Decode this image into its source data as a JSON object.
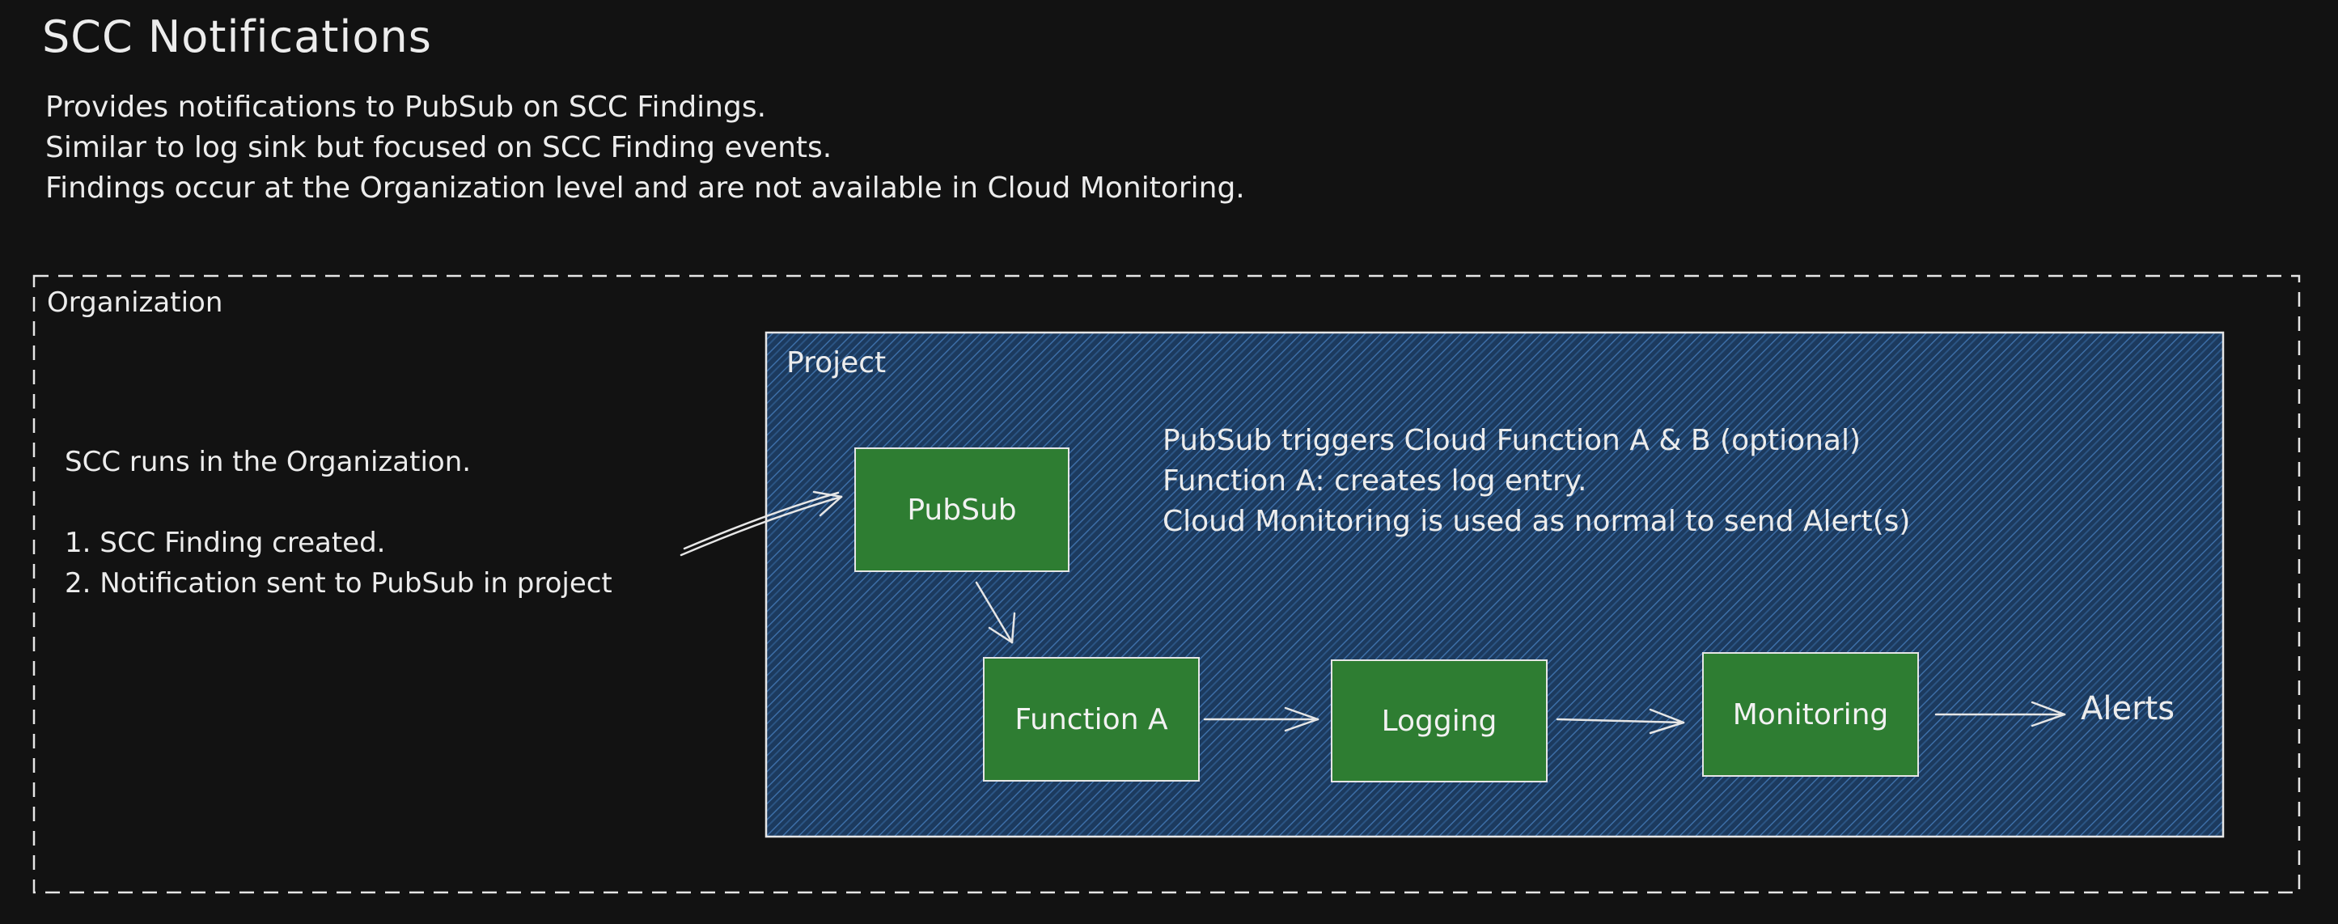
{
  "title": "SCC Notifications",
  "description": [
    "Provides notifications to PubSub on SCC Findings.",
    "Similar to log sink but focused on SCC Finding events.",
    "Findings occur at the Organization level and are not available in Cloud Monitoring."
  ],
  "organization": {
    "label": "Organization",
    "notes": [
      "SCC runs in the Organization.",
      "",
      "1. SCC Finding created.",
      "2. Notification sent to PubSub in project"
    ]
  },
  "project": {
    "label": "Project",
    "notes": [
      "PubSub triggers Cloud Function A & B (optional)",
      "Function A: creates log entry.",
      "Cloud Monitoring is used as normal to send Alert(s)"
    ],
    "fill_color": "#1c3a5e",
    "hatch_color": "#3d6fa8"
  },
  "nodes": {
    "pubsub": "PubSub",
    "function_a": "Function A",
    "logging": "Logging",
    "monitoring": "Monitoring"
  },
  "alerts_label": "Alerts",
  "colors": {
    "background": "#121212",
    "node_fill": "#2e7d32",
    "stroke": "#e6e6e6"
  }
}
